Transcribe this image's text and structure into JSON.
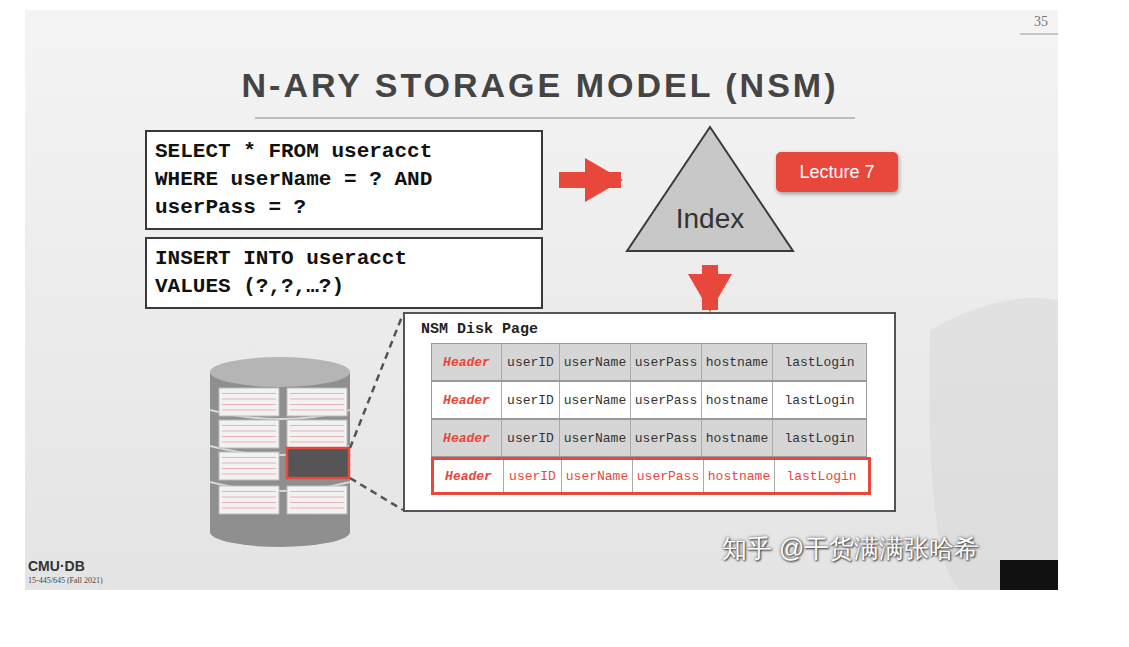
{
  "diagram": {
    "title": "N-ARY STORAGE MODEL (NSM)",
    "nodes": [
      {
        "text": [
          "SELECT * FROM useracct WHERE userName = ? AND userPass = ?"
        ]
      },
      {
        "text": [
          "INSERT INTO useracct VALUES (?,?,…?)"
        ]
      },
      {
        "text": [
          "Index"
        ]
      },
      {
        "text": [
          "Lecture 7"
        ]
      },
      {
        "text": [
          "NSM Disk Page"
        ]
      },
      {
        "text": [
          "Header",
          "userID",
          "userName",
          "userPass",
          "hostname",
          "lastLogin"
        ],
        "in": 4
      },
      {
        "text": [
          "Header",
          "userID",
          "userName",
          "userPass",
          "hostname",
          "lastLogin"
        ],
        "in": 4
      },
      {
        "text": [
          "Header",
          "userID",
          "userName",
          "userPass",
          "hostname",
          "lastLogin"
        ],
        "in": 4
      },
      {
        "text": [
          "Header",
          "userID",
          "userName",
          "userPass",
          "hostname",
          "lastLogin"
        ],
        "in": 4
      }
    ],
    "edges": [
      {
        "from": 0,
        "to": 2,
        "arrow": "to"
      },
      {
        "from": 2,
        "to": 4,
        "arrow": "to"
      }
    ],
    "labels": [
      "35",
      "CMU·DB",
      "15-445/645 (Fall 2021)",
      "知乎 @干货满满张哈希"
    ]
  }
}
